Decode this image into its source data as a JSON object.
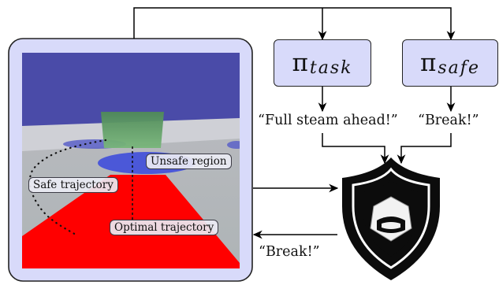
{
  "scene": {
    "labels": {
      "unsafe_region": "Unsafe region",
      "safe_trajectory": "Safe trajectory",
      "optimal_trajectory": "Optimal trajectory"
    }
  },
  "policies": {
    "task": {
      "symbol": "π",
      "subscript": "task",
      "quote": "“Full steam ahead!”"
    },
    "safe": {
      "symbol": "π",
      "subscript": "safe",
      "quote": "“Break!”"
    }
  },
  "feedback_quote": "“Break!”",
  "shield_icon": "shield-helmet-icon",
  "colors": {
    "policy_box_fill": "#d8dafa",
    "scene_panel_fill": "#d8dafa",
    "sky": "#4a4ba8",
    "unsafe_region": "#4b58d8",
    "trajectory_area": "#ff0000",
    "target_box": "#5d9f62",
    "shield": "#0c0c0c"
  }
}
